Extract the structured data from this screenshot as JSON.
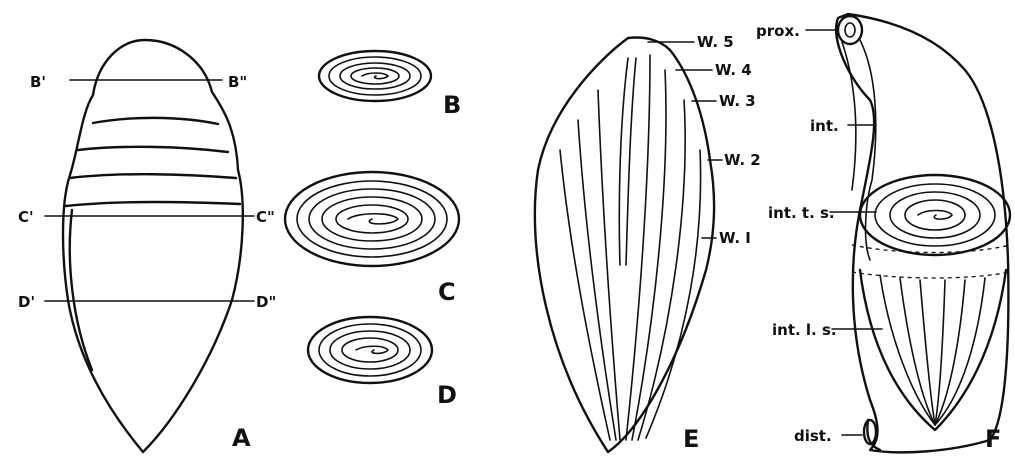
{
  "panels": {
    "A": {
      "letter": "A",
      "section_labels": {
        "b_left": "B'",
        "b_right": "B\"",
        "c_left": "C'",
        "c_right": "C\"",
        "d_left": "D'",
        "d_right": "D\""
      }
    },
    "B": {
      "letter": "B"
    },
    "C": {
      "letter": "C"
    },
    "D": {
      "letter": "D"
    },
    "E": {
      "letter": "E",
      "whorl_labels": [
        "W. 5",
        "W. 4",
        "W. 3",
        "W. 2",
        "W. I"
      ]
    },
    "F": {
      "letter": "F",
      "labels": {
        "prox": "prox.",
        "int": "int.",
        "int_ts": "int. t. s.",
        "int_ls": "int. l. s.",
        "dist": "dist."
      }
    }
  }
}
